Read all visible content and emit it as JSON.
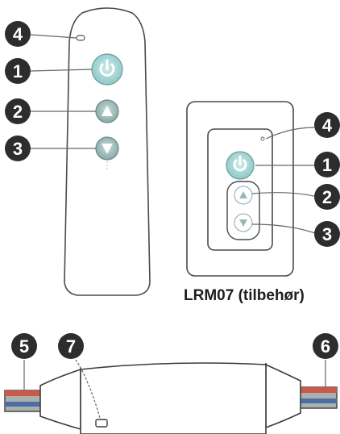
{
  "caption": "LRM07 (tilbehør)",
  "remote": {
    "callouts": {
      "led": "4",
      "power": "1",
      "up": "2",
      "down": "3"
    },
    "icons": {
      "power": "power-icon",
      "up": "triangle-up-icon",
      "down": "triangle-down-icon"
    }
  },
  "wall_panel": {
    "callouts": {
      "led": "4",
      "power": "1",
      "up": "2",
      "down": "3"
    }
  },
  "receiver": {
    "callouts": {
      "left_cable": "5",
      "led": "7",
      "right_cable": "6"
    }
  },
  "colors": {
    "badge": "#2d2d2d",
    "power_button": "#a9d8d8",
    "arrow_button": "#9ab7b5",
    "outline": "#4a4a4a"
  }
}
